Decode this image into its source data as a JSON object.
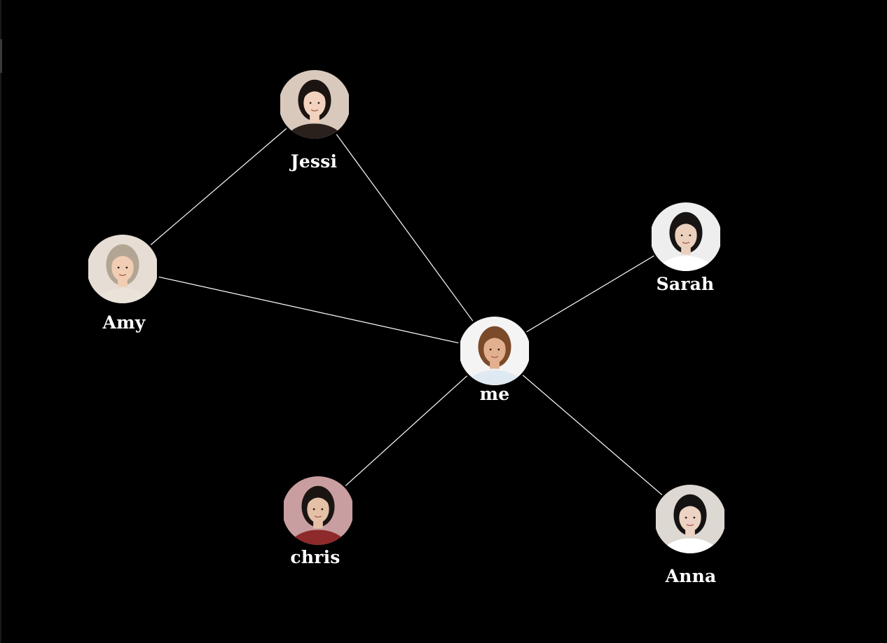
{
  "nodes": [
    {
      "id": "me",
      "label": "me",
      "avatar": "man-smiling-portrait-icon",
      "bg": "#f4f4f4",
      "skin": "#e2b08e",
      "hair": "#7a4a2a",
      "shirt": "#dfe9f1"
    },
    {
      "id": "jessi",
      "label": "Jessi",
      "avatar": "woman-long-black-hair-portrait-icon",
      "bg": "#d9c9bc",
      "skin": "#f2d2bf",
      "hair": "#1b1411",
      "shirt": "#2a211d"
    },
    {
      "id": "amy",
      "label": "Amy",
      "avatar": "woman-blonde-hair-portrait-icon",
      "bg": "#e6ddd5",
      "skin": "#f1cdb4",
      "hair": "#b3a593",
      "shirt": "#eae3da"
    },
    {
      "id": "sarah",
      "label": "Sarah",
      "avatar": "woman-black-bob-portrait-icon",
      "bg": "#eeeeee",
      "skin": "#ead0bd",
      "hair": "#181414",
      "shirt": "#ffffff"
    },
    {
      "id": "chris",
      "label": "chris",
      "avatar": "man-short-dark-hair-portrait-icon",
      "bg": "#c99ea0",
      "skin": "#e4c0a6",
      "hair": "#1a1513",
      "shirt": "#8e2a2c"
    },
    {
      "id": "anna",
      "label": "Anna",
      "avatar": "woman-short-black-hair-portrait-icon",
      "bg": "#ddd8d1",
      "skin": "#ecd3c3",
      "hair": "#141212",
      "shirt": "#ffffff"
    }
  ],
  "edges": [
    {
      "from": "jessi",
      "to": "amy"
    },
    {
      "from": "jessi",
      "to": "me"
    },
    {
      "from": "amy",
      "to": "me"
    },
    {
      "from": "me",
      "to": "sarah"
    },
    {
      "from": "me",
      "to": "chris"
    },
    {
      "from": "me",
      "to": "anna"
    }
  ],
  "colors": {
    "background": "#000000",
    "edge": "#ffffff",
    "label": "#ffffff"
  }
}
